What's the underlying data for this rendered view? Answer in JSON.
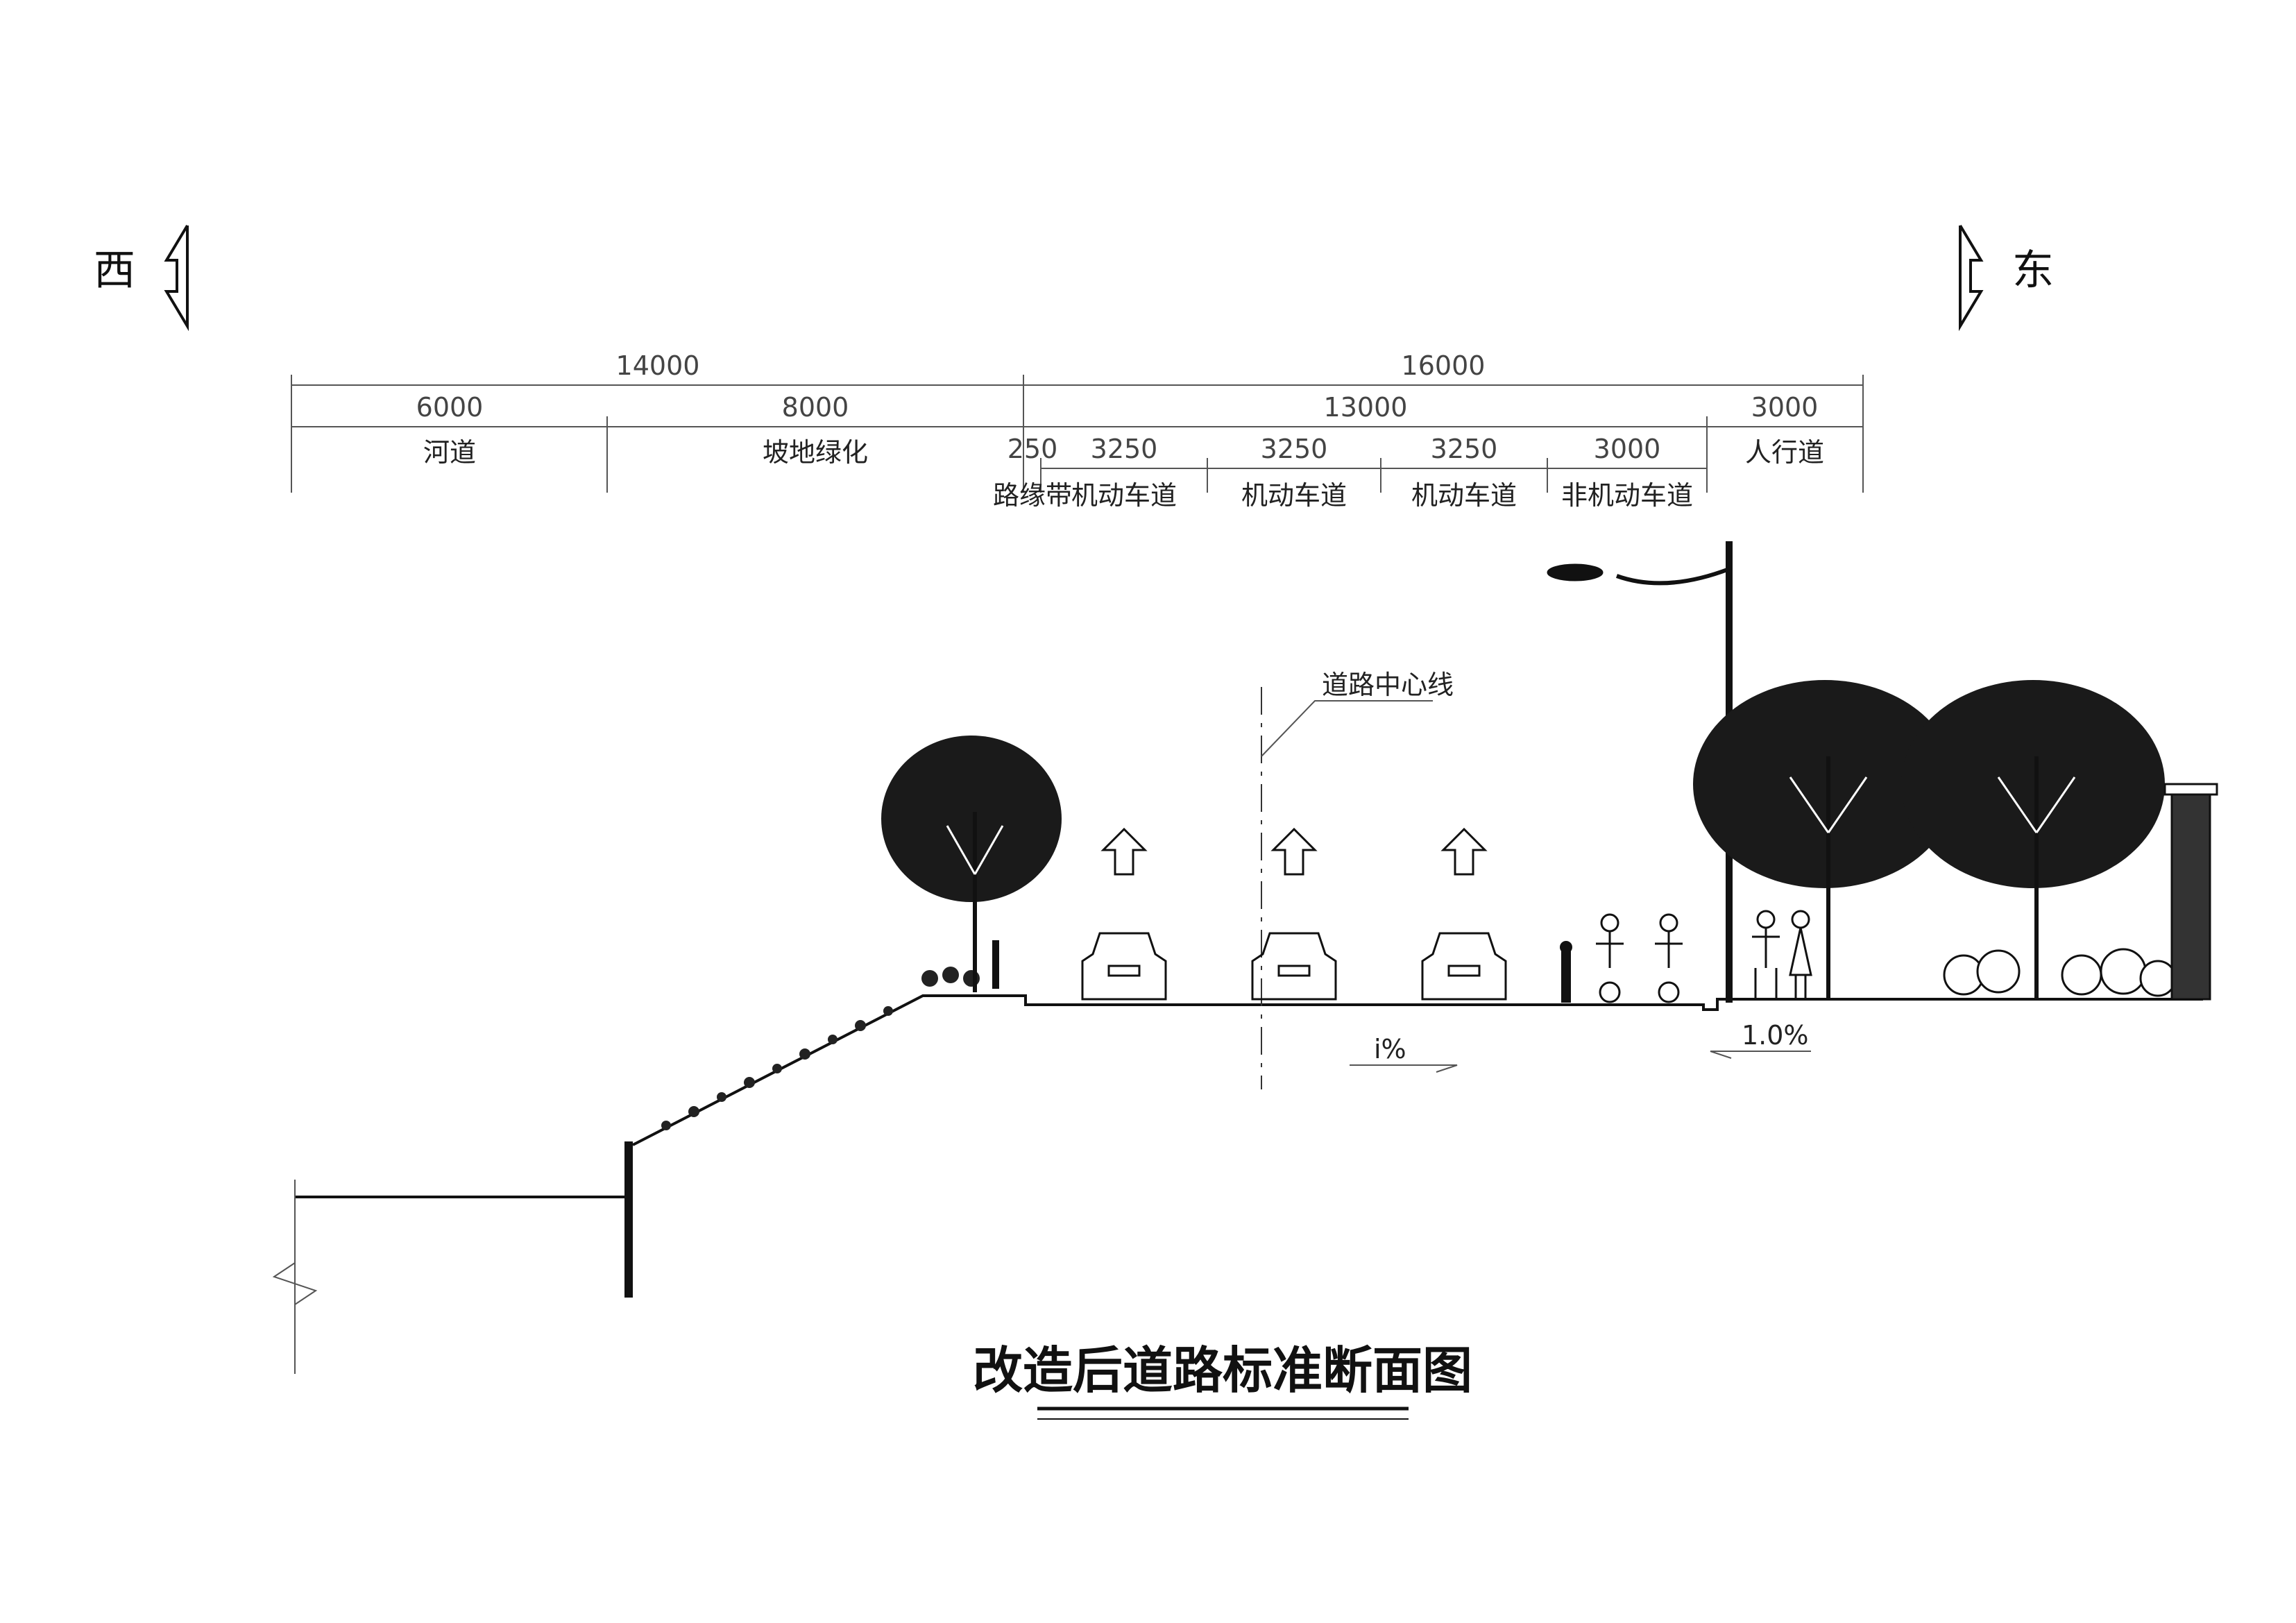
{
  "directions": {
    "west": "西",
    "east": "东"
  },
  "dimensions": {
    "row1": [
      "14000",
      "16000"
    ],
    "row2": [
      "6000",
      "8000",
      "13000",
      "3000"
    ],
    "row3": [
      "250",
      "3250",
      "3250",
      "3250",
      "3000"
    ]
  },
  "labels": {
    "zones": [
      "河道",
      "坡地绿化",
      "人行道"
    ],
    "lanes": [
      "路缘带",
      "机动车道",
      "机动车道",
      "机动车道",
      "非机动车道"
    ]
  },
  "annotations": {
    "centerline": "道路中心线",
    "slope_road": "i%",
    "slope_walk": "1.0%"
  },
  "title": "改造后道路标准断面图",
  "colors": {
    "ink": "#111111",
    "dim_line": "#555555",
    "paper": "#ffffff"
  }
}
